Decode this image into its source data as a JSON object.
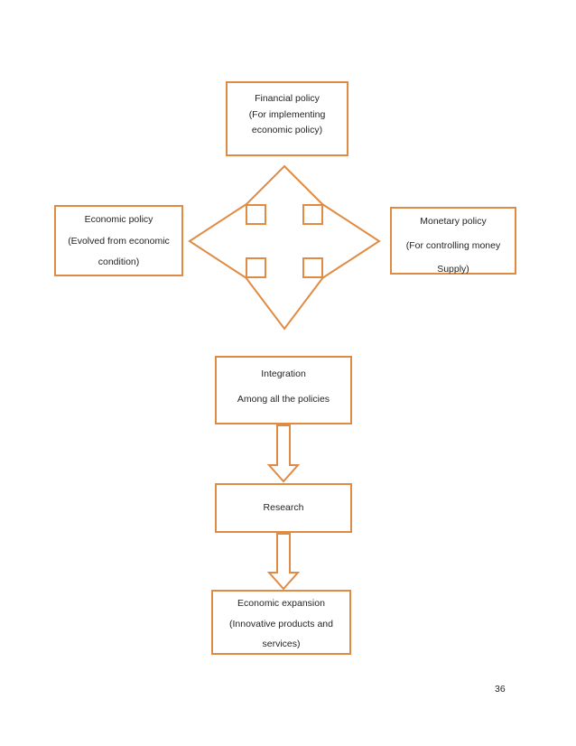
{
  "page": {
    "number": "36",
    "accent_color": "#e08b43",
    "text_color": "#231f20",
    "background_color": "#ffffff"
  },
  "diagram": {
    "type": "flowchart",
    "nodes": [
      {
        "id": "financial-policy",
        "lines": [
          "Financial policy",
          "(For implementing",
          "economic policy)"
        ]
      },
      {
        "id": "economic-policy",
        "lines": [
          "Economic policy",
          "(Evolved from economic",
          "condition)"
        ]
      },
      {
        "id": "monetary-policy",
        "lines": [
          "Monetary policy",
          "(For controlling money",
          "Supply)"
        ]
      },
      {
        "id": "integration",
        "lines": [
          "Integration",
          "Among all the policies"
        ]
      },
      {
        "id": "research",
        "lines": [
          "Research"
        ]
      },
      {
        "id": "economic-expansion",
        "lines": [
          "Economic expansion",
          "(Innovative products and",
          "services)"
        ]
      }
    ],
    "connectors": [
      {
        "id": "cross-arrow",
        "shape": "four-way-arrow",
        "links": [
          "financial-policy",
          "economic-policy",
          "monetary-policy",
          "integration"
        ]
      },
      {
        "id": "integration-to-research",
        "shape": "down-block-arrow"
      },
      {
        "id": "research-to-expansion",
        "shape": "down-block-arrow"
      }
    ]
  }
}
